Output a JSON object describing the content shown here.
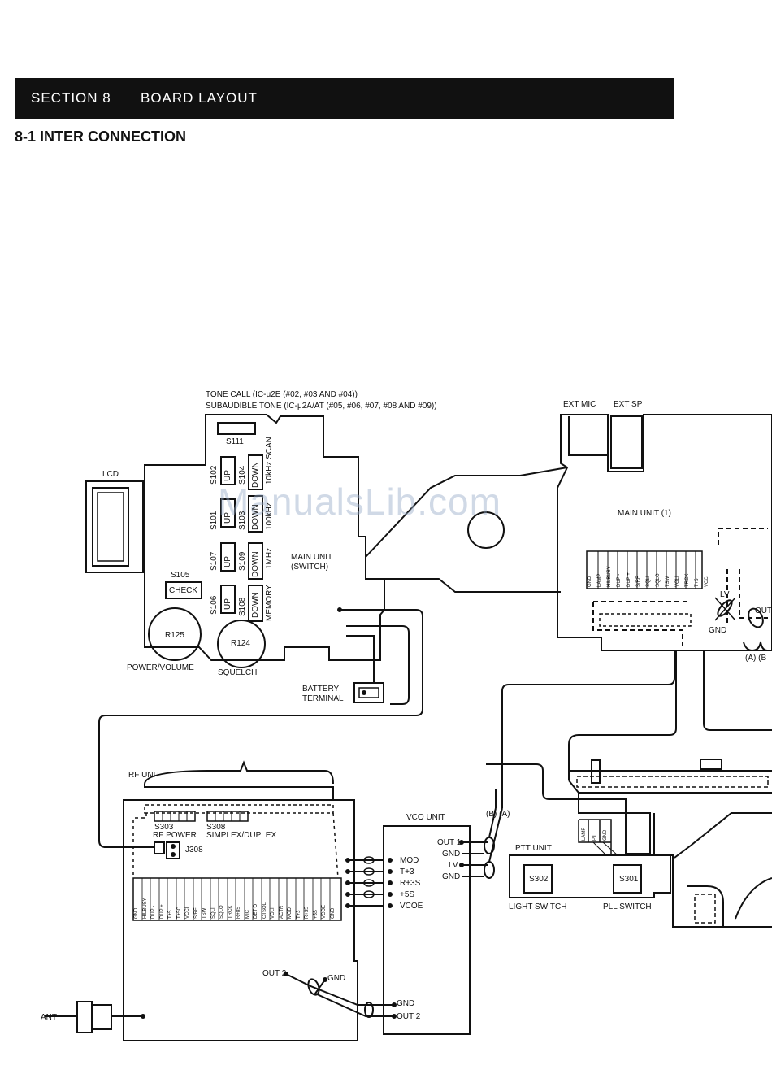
{
  "header": {
    "section_number": "SECTION 8",
    "section_title": "BOARD LAYOUT"
  },
  "subheading": "8-1 INTER CONNECTION",
  "watermark": "ManualsLib.com",
  "notes": {
    "tone_call": "TONE CALL (IC-μ2E (#02, #03 AND #04))",
    "subaudible_tone": "SUBAUDIBLE TONE (IC-μ2A/AT (#05, #06, #07, #08 AND #09))"
  },
  "switch_unit": {
    "lcd": "LCD",
    "s111": "S111",
    "s102": "S102",
    "s104": "S104",
    "up": "UP",
    "down": "DOWN",
    "s101": "S101",
    "s103": "S103",
    "s107": "S107",
    "s109": "S109",
    "s106": "S106",
    "s108": "S108",
    "scan_10khz": "10kHz SCAN",
    "khz_100": "100kHz",
    "mhz_1": "1MHz",
    "memory": "MEMORY",
    "main_unit_switch": [
      "MAIN UNIT",
      "(SWITCH)"
    ],
    "s105": "S105",
    "check": "CHECK",
    "r125": "R125",
    "r124": "R124",
    "power_volume": "POWER/VOLUME",
    "squelch": "SQUELCH",
    "battery_terminal": [
      "BATTERY",
      "TERMINAL"
    ]
  },
  "main_unit": {
    "ext_mic": "EXT MIC",
    "ext_sp": "EXT SP",
    "title": "MAIN UNIT (1)",
    "pins": [
      "GND",
      "LAMP",
      "HILBUSY",
      "DUP -",
      "DUP +",
      "S/RF",
      "SQLI",
      "SQLO",
      "TSW",
      "VOLI",
      "TRCK",
      "T+5",
      "VCCI"
    ],
    "lv": "LV",
    "gnd": "GND",
    "out": "OUT",
    "a_b": "(A) (B"
  },
  "rf_unit": {
    "title": "RF UNIT",
    "s303": "S303",
    "rf_power": "RF POWER",
    "s308": "S308",
    "simplex_duplex": "SIMPLEX/DUPLEX",
    "j308": "J308",
    "pins": [
      "GND",
      "HILBUSY",
      "DUP -",
      "DUP +",
      "T+5",
      "T+5C",
      "VCCI",
      "S/RF",
      "TSW",
      "SQLI",
      "SQLO",
      "TRCK",
      "R+8S",
      "MIC",
      "DET O",
      "CTSQL",
      "VOLI",
      "ACTR",
      "MOD",
      "T+3",
      "R+3S",
      "+5S",
      "VCOE",
      "GND"
    ],
    "out2": "OUT 2",
    "gnd": "GND",
    "ant": "ANT"
  },
  "vco_unit": {
    "title": "VCO UNIT",
    "b_a": "(B) (A)",
    "out1": "OUT 1",
    "gnd1": "GND",
    "lv": "LV",
    "gnd2": "GND",
    "mod": "MOD",
    "t3": "T+3",
    "r3s": "R+3S",
    "s5": "+5S",
    "vcoe": "VCOE",
    "gnd3": "GND",
    "out2": "OUT 2"
  },
  "ptt_unit": {
    "title": "PTT UNIT",
    "pins": [
      "LAMP",
      "PTT",
      "GND"
    ],
    "s302": "S302",
    "s301": "S301",
    "light_switch": "LIGHT SWITCH",
    "pll_switch": "PLL SWITCH"
  }
}
